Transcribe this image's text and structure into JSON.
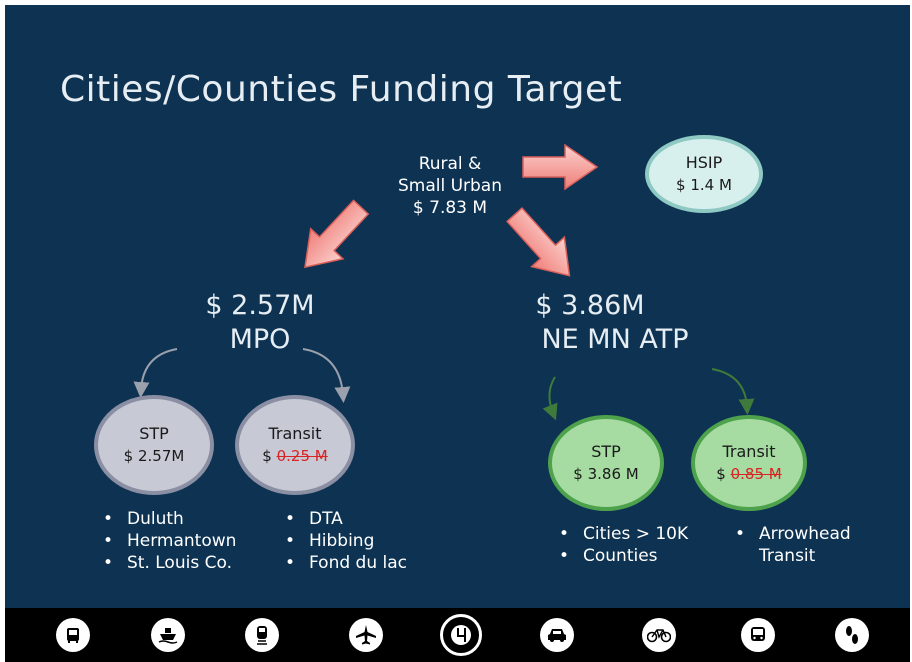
{
  "title": "Cities/Counties Funding Target",
  "source": {
    "line1": "Rural &",
    "line2": "Small Urban",
    "line3": "$ 7.83 M"
  },
  "hsip": {
    "label": "HSIP",
    "amount": "$ 1.4 M"
  },
  "mpo": {
    "amount": "$ 2.57M",
    "label": "MPO",
    "stp": {
      "label": "STP",
      "amount": "$ 2.57M"
    },
    "transit": {
      "label": "Transit",
      "prefix": "$",
      "amount_struck": "0.25 M"
    },
    "stp_list": [
      "Duluth",
      "Hermantown",
      "St. Louis Co."
    ],
    "transit_list": [
      "DTA",
      "Hibbing",
      "Fond du lac"
    ]
  },
  "atp": {
    "amount": "$ 3.86M",
    "label": "NE MN ATP",
    "stp": {
      "label": "STP",
      "amount": "$ 3.86 M"
    },
    "transit": {
      "label": "Transit",
      "prefix": "$",
      "amount_struck": "0.85 M"
    },
    "stp_list": [
      "Cities > 10K",
      "Counties"
    ],
    "transit_list": [
      "Arrowhead Transit"
    ]
  },
  "footer_icons": [
    "bus-front-icon",
    "ship-icon",
    "train-icon",
    "airplane-icon",
    "mndot-seal-icon",
    "car-icon",
    "bicycle-icon",
    "transit-bus-icon",
    "pedestrian-icon"
  ],
  "colors": {
    "background": "#0e3352",
    "arrow_fill": "#f49a94",
    "grey_circle": "#c7c9d5",
    "green_circle": "#a6dca2",
    "strike": "#d92424"
  }
}
